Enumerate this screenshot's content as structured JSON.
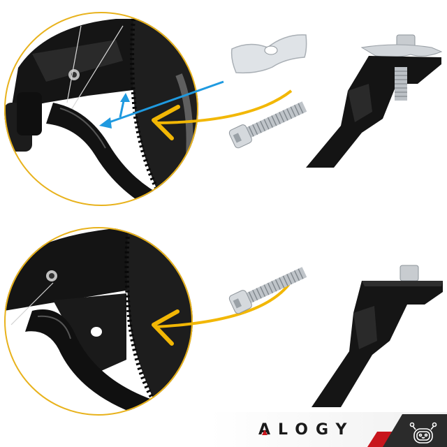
{
  "scene": {
    "description": "Bicycle kickstand installation guide, two variants",
    "colors": {
      "lens_ring": "#e8b21c",
      "arrow_yellow": "#f2b705",
      "arrow_blue": "#1f9ae0",
      "stand_black": "#111111",
      "metal": "#c9ccd0",
      "background": "#ffffff"
    }
  },
  "variants": [
    {
      "id": "with-plate",
      "parts": [
        "curved-mounting-plate",
        "socket-cap-bolt",
        "kickstand-with-plate"
      ],
      "arrows": [
        "yellow-curved-arrow",
        "blue-pointer-arrow"
      ]
    },
    {
      "id": "without-plate",
      "parts": [
        "socket-cap-bolt",
        "kickstand-flat-top"
      ],
      "arrows": [
        "yellow-curved-arrow"
      ]
    }
  ],
  "brand": {
    "name": "ALOGY",
    "accent_red": "#c8161d",
    "dark_block": "#2b2b2b",
    "logo_icon": "robot-face-icon"
  }
}
